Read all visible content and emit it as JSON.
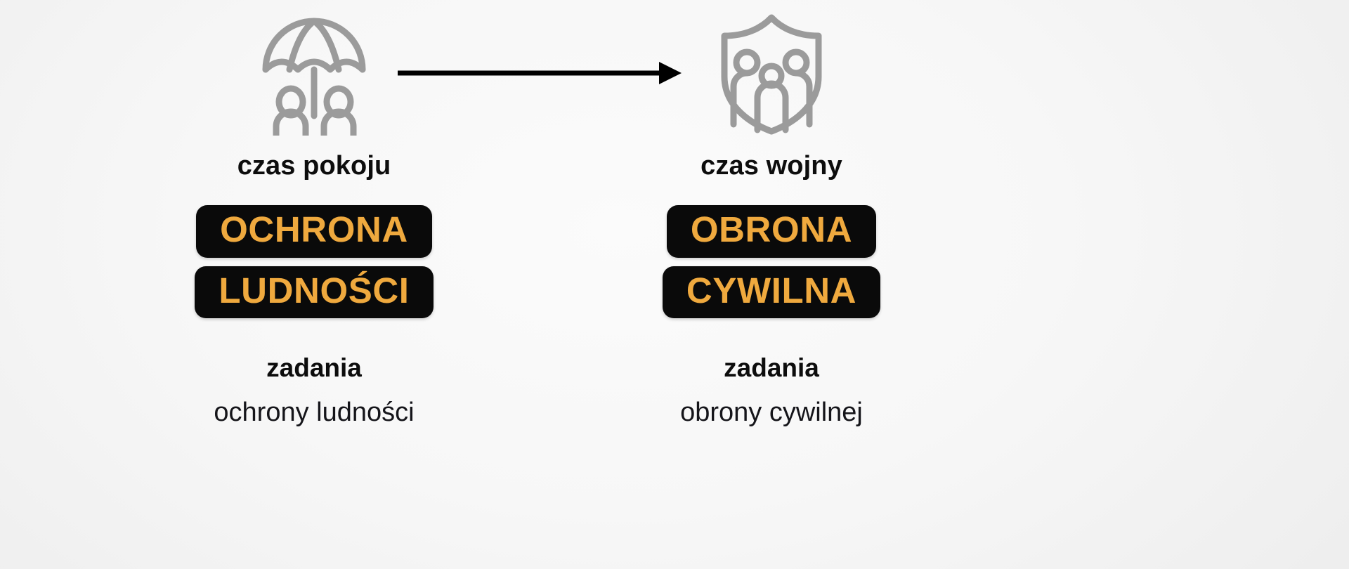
{
  "colors": {
    "background": "#f4f4f4",
    "badge_background": "#0a0a0a",
    "badge_text": "#efa93e",
    "icon_gray": "#9b9b9b",
    "arrow": "#000000",
    "heading_text": "#0d0d0d"
  },
  "arrow": {
    "name": "transition-arrow",
    "direction": "right"
  },
  "columns": [
    {
      "id": "peace",
      "icon_name": "umbrella-over-people-icon",
      "era_label": "czas pokoju",
      "badges": [
        {
          "text": "OCHRONA"
        },
        {
          "text": "LUDNOŚCI"
        }
      ],
      "tasks_heading": "zadania",
      "tasks_detail": "ochrony ludności"
    },
    {
      "id": "war",
      "icon_name": "shield-with-people-icon",
      "era_label": "czas wojny",
      "badges": [
        {
          "text": "OBRONA"
        },
        {
          "text": "CYWILNA"
        }
      ],
      "tasks_heading": "zadania",
      "tasks_detail": "obrony cywilnej"
    }
  ]
}
